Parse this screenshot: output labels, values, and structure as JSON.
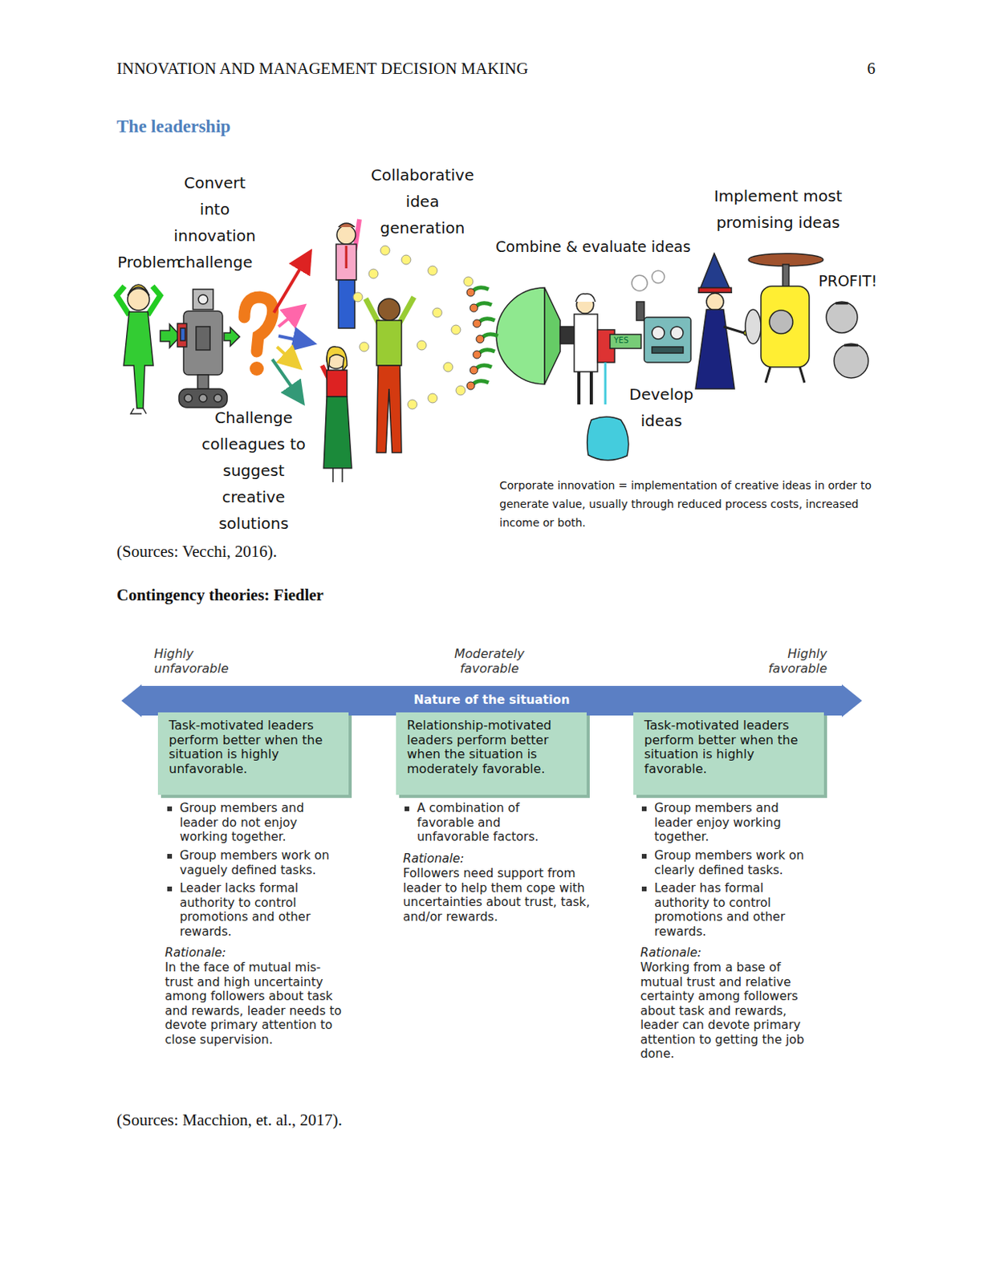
{
  "diagram": {
    "title": "The leadership",
    "nodes": [
      {
        "text": [
          "Nature of the situation"
        ]
      },
      {
        "text": [
          "Task-motivated leaders perform better when the situation is highly unfavorable."
        ]
      },
      {
        "text": [
          "Relationship-motivated leaders perform better when the situation is moderately favorable."
        ]
      },
      {
        "text": [
          "Task-motivated leaders perform better when the situation is highly favorable."
        ]
      }
    ],
    "labels": [
      "INNOVATION AND MANAGEMENT DECISION MAKING",
      "6",
      "Problem",
      "Convert into innovation challenge",
      "Challenge colleagues to suggest creative solutions",
      "Collaborative idea generation",
      "Combine & evaluate ideas",
      "YES",
      "Develop ideas",
      "Implement most promising ideas",
      "PROFIT!",
      "Corporate innovation = implementation of creative ideas in order to generate value, usually through reduced process costs, increased income or both.",
      "(Sources: Vecchi, 2016).",
      "Contingency theories: Fiedler",
      "Highly unfavorable",
      "Moderately favorable",
      "Highly favorable",
      "Group members and leader do not enjoy working together.",
      "Group members work on vaguely defined tasks.",
      "Leader lacks formal authority to control promotions and other rewards.",
      "Rationale:",
      "In the face of mutual mis-trust and high uncertainty among followers about task and rewards, leader needs to devote primary attention to close supervision.",
      "A combination of favorable and unfavorable factors.",
      "Rationale:",
      "Followers need support from leader to help them cope with uncertainties about trust, task, and/or rewards.",
      "Group members and leader enjoy working together.",
      "Group members work on clearly defined tasks.",
      "Leader has formal authority to control promotions and other rewards.",
      "Rationale:",
      "Working from a base of mutual trust and relative certainty among followers about task and rewards, leader can devote primary attention to getting the job done.",
      "(Sources: Macchion, et. al., 2017)."
    ]
  }
}
